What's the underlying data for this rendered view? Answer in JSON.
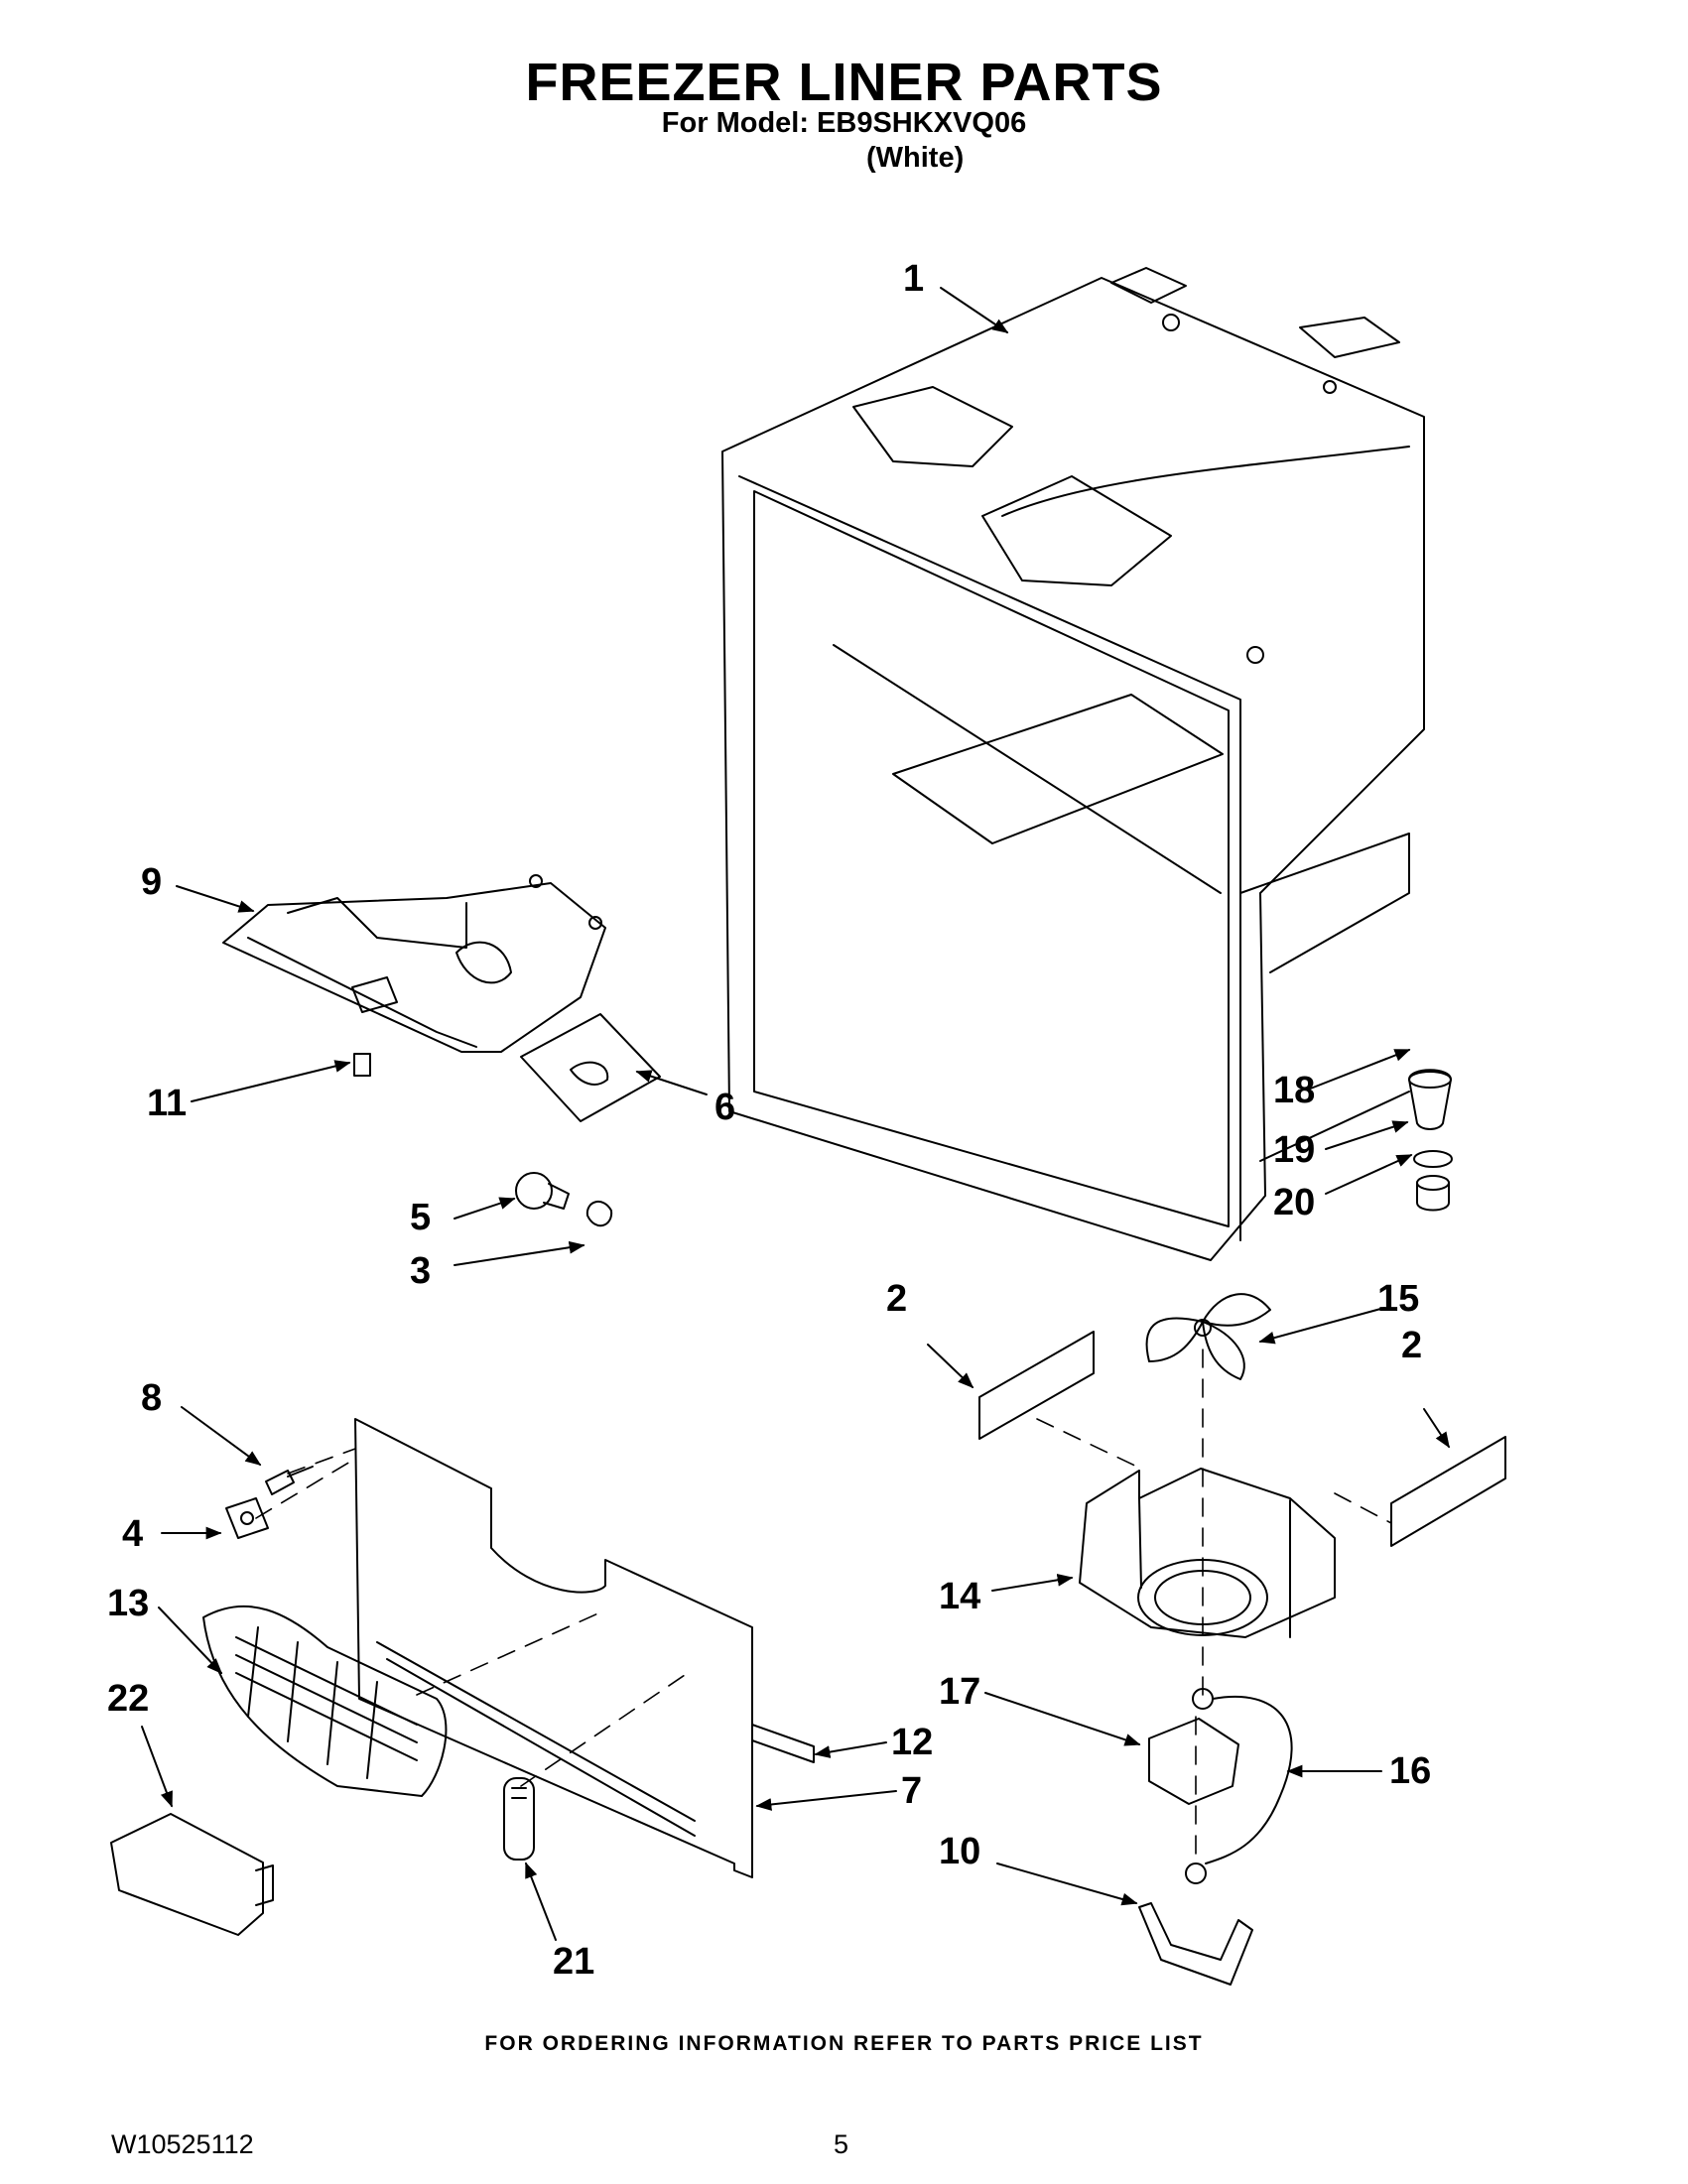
{
  "header": {
    "title": "FREEZER LINER PARTS",
    "model_line": "For Model: EB9SHKXVQ06",
    "color": "(White)"
  },
  "callouts": {
    "c1": "1",
    "c2a": "2",
    "c2b": "2",
    "c3": "3",
    "c4": "4",
    "c5": "5",
    "c6": "6",
    "c7": "7",
    "c8": "8",
    "c9": "9",
    "c10": "10",
    "c11": "11",
    "c12": "12",
    "c13": "13",
    "c14": "14",
    "c15": "15",
    "c16": "16",
    "c17": "17",
    "c18": "18",
    "c19": "19",
    "c20": "20",
    "c21": "21",
    "c22": "22"
  },
  "footer": {
    "ordering_note": "FOR ORDERING INFORMATION REFER TO PARTS PRICE LIST",
    "document_id": "W10525112",
    "page_number": "5"
  }
}
